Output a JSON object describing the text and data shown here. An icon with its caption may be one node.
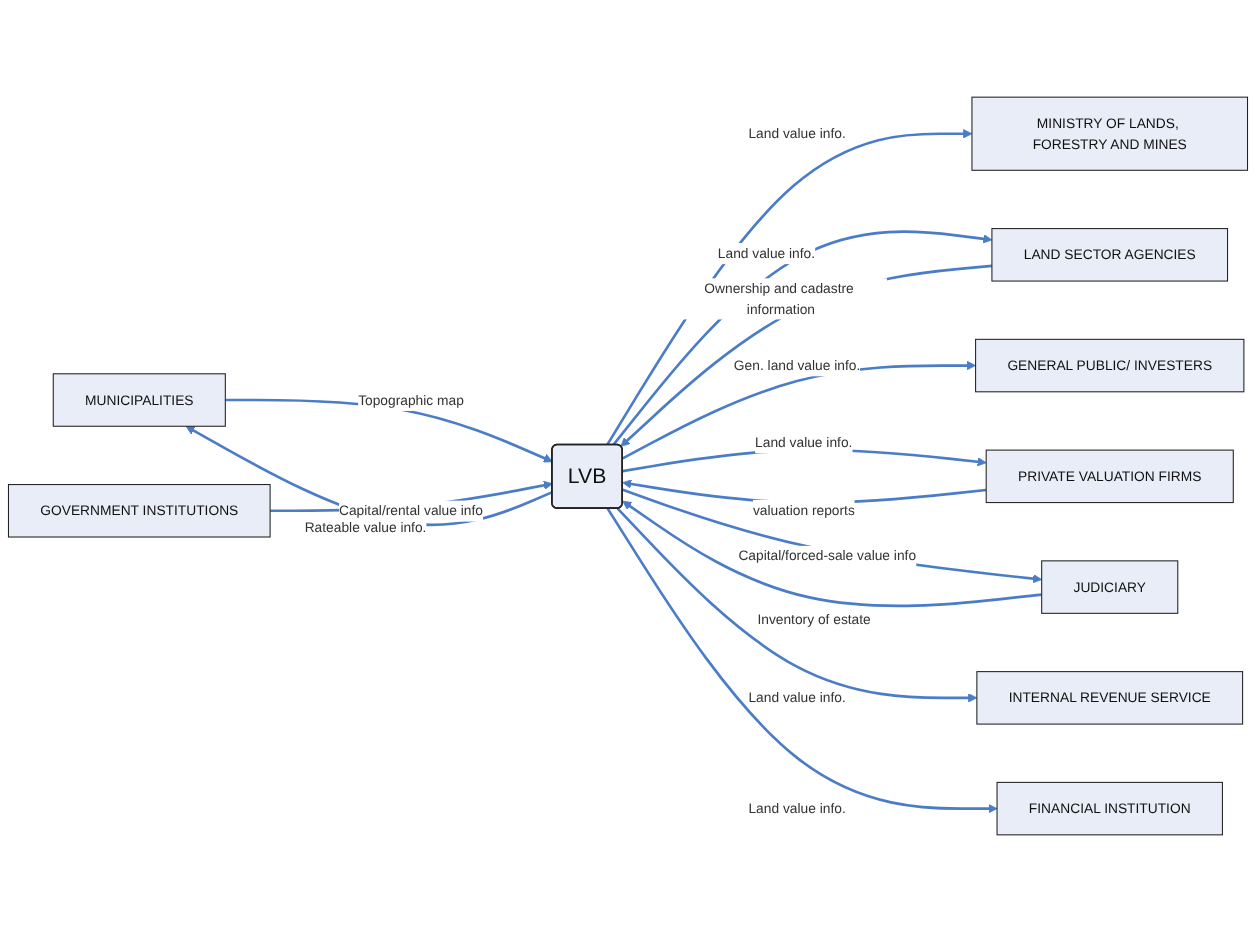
{
  "diagram": {
    "nodes": [
      {
        "text": [
          "MINISTRY OF LANDS, FORESTRY AND MINES"
        ]
      },
      {
        "text": [
          "MUNICIPALITIES"
        ]
      },
      {
        "text": [
          "LAND SECTOR AGENCIES"
        ]
      },
      {
        "text": [
          "GOVERNMENT INSTITUTIONS"
        ]
      },
      {
        "text": [
          "LVB"
        ]
      },
      {
        "text": [
          "GENERAL PUBLIC/ INVESTERS"
        ]
      },
      {
        "text": [
          "PRIVATE VALUATION FIRMS"
        ]
      },
      {
        "text": [
          "JUDICIARY"
        ]
      },
      {
        "text": [
          "INTERNAL REVENUE SERVICE"
        ]
      },
      {
        "text": [
          "FINANCIAL INSTITUTION"
        ]
      }
    ],
    "edges": [
      {
        "from": 1,
        "to": 4,
        "arrow": "to",
        "label": "Topographic map"
      },
      {
        "from": 4,
        "to": 1,
        "arrow": "to",
        "label": "Rateable value info."
      },
      {
        "from": 4,
        "to": 0,
        "arrow": "to",
        "label": "Land value info."
      },
      {
        "from": 4,
        "to": 2,
        "arrow": "to",
        "label": "Land value info."
      },
      {
        "from": 2,
        "to": 4,
        "arrow": "to",
        "label": "Ownership and cadastre information"
      },
      {
        "from": 3,
        "to": 4,
        "arrow": "to",
        "label": "Capital/rental value info"
      },
      {
        "from": 4,
        "to": 5,
        "arrow": "to",
        "label": "Gen. land value info."
      },
      {
        "from": 6,
        "to": 4,
        "arrow": "to",
        "label": "valuation reports"
      },
      {
        "from": 4,
        "to": 6,
        "arrow": "to",
        "label": "Land value info."
      },
      {
        "from": 4,
        "to": 7,
        "arrow": "to",
        "label": "Capital/forced-sale value info"
      },
      {
        "from": 7,
        "to": 4,
        "arrow": "to",
        "label": "Inventory of estate"
      },
      {
        "from": 4,
        "to": 8,
        "arrow": "to",
        "label": "Land value info."
      },
      {
        "from": 4,
        "to": 9,
        "arrow": "to",
        "label": "Land value info."
      }
    ]
  }
}
